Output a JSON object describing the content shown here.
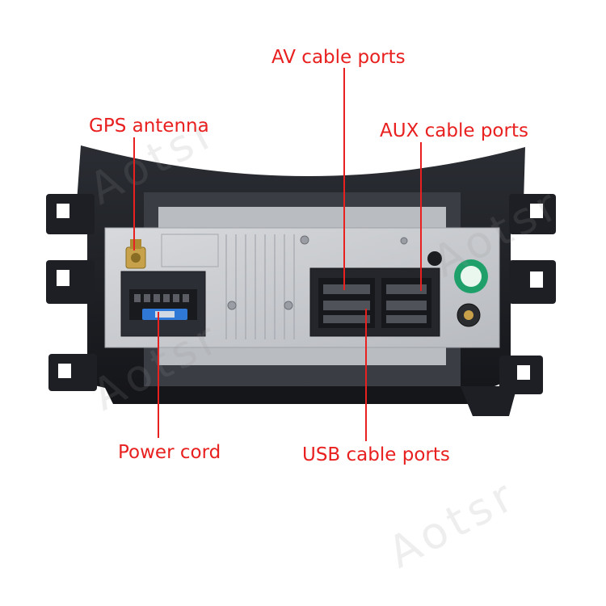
{
  "labels": {
    "av": "AV cable ports",
    "gps": "GPS antenna",
    "aux": "AUX cable ports",
    "power": "Power cord",
    "usb": "USB cable ports"
  },
  "watermark": "Aotsr",
  "colors": {
    "label_red": "#e8201f",
    "frame_black": "#1b1d22",
    "panel_silver": "#c9ccd0",
    "fuse_blue": "#2f78d6",
    "qc_sticker_green": "#1fa06a"
  }
}
